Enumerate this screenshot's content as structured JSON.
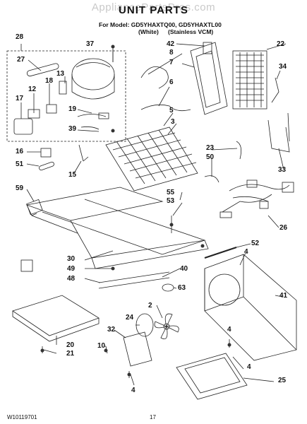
{
  "header": {
    "watermark": "AppliancePartsPros.com",
    "title": "UNIT PARTS",
    "model_line": "For Model: GD5YHAXTQ00, GD5YHAXTL00",
    "variant_white": "(White)",
    "variant_stainless": "(Stainless VCM)"
  },
  "footer": {
    "doc_number": "W10119701",
    "page_number": "17"
  },
  "callouts": [
    "28",
    "37",
    "42",
    "22",
    "27",
    "8",
    "7",
    "34",
    "13",
    "18",
    "12",
    "6",
    "17",
    "19",
    "39",
    "5",
    "3",
    "16",
    "23",
    "50",
    "51",
    "15",
    "33",
    "59",
    "55",
    "53",
    "26",
    "52",
    "4",
    "30",
    "49",
    "48",
    "40",
    "63",
    "41",
    "2",
    "24",
    "32",
    "10",
    "20",
    "21",
    "25"
  ]
}
